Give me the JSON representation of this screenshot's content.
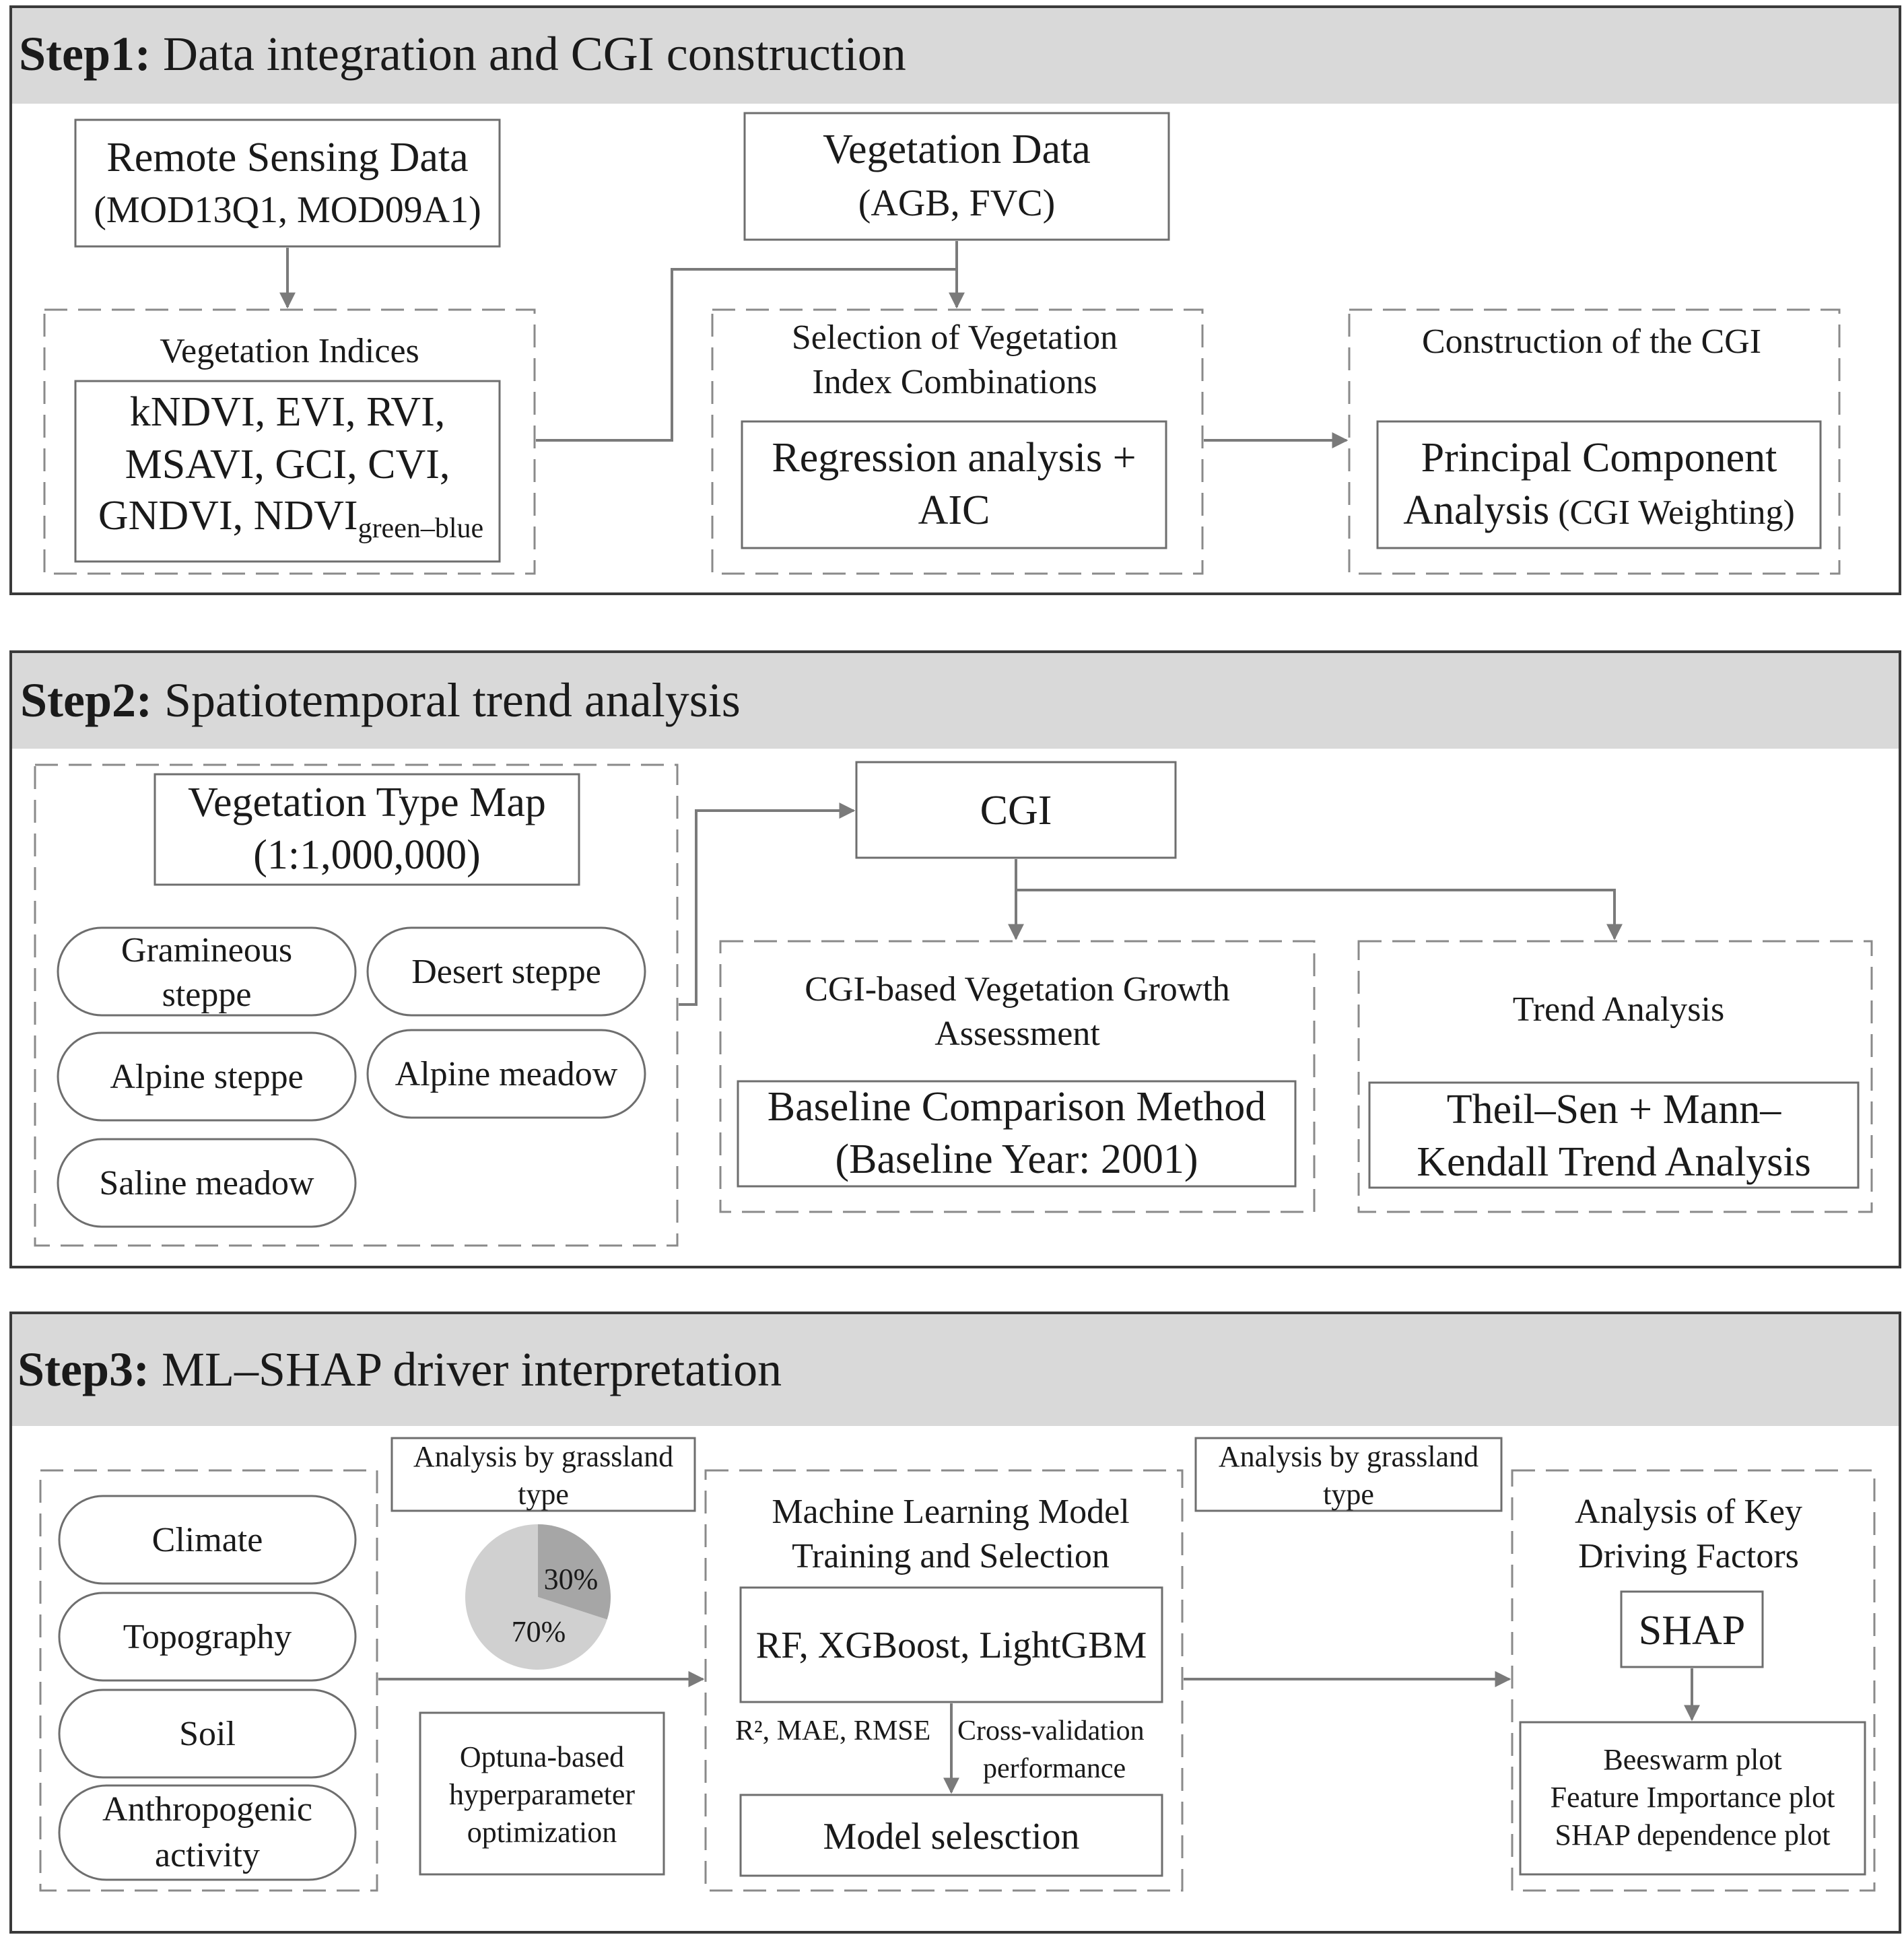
{
  "step1": {
    "title_bold": "Step1:",
    "title": " Data integration and CGI construction",
    "remote_sensing": {
      "title": "Remote Sensing Data",
      "sub": "(MOD13Q1, MOD09A1)"
    },
    "vegetation_data": {
      "title": "Vegetation Data",
      "sub": "(AGB, FVC)"
    },
    "indices": {
      "label": "Vegetation Indices",
      "line1": "kNDVI, EVI, RVI,",
      "line2": "MSAVI, GCI, CVI,",
      "line3": "GNDVI, NDVI",
      "line3_sub": "green–blue"
    },
    "selection": {
      "label1": "Selection of Vegetation",
      "label2": "Index Combinations",
      "box1": "Regression analysis +",
      "box2": "AIC"
    },
    "construction": {
      "label": "Construction of the CGI",
      "box1": "Principal Component",
      "box2a": "Analysis",
      "box2b": " (CGI Weighting)"
    }
  },
  "step2": {
    "title_bold": "Step2:",
    "title": " Spatiotemporal trend analysis",
    "map": {
      "title": "Vegetation Type Map",
      "sub": "(1:1,000,000)"
    },
    "types": {
      "gramineous_1": "Gramineous",
      "gramineous_2": "steppe",
      "desert": "Desert steppe",
      "alpine_steppe": "Alpine steppe",
      "alpine_meadow": "Alpine meadow",
      "saline": "Saline meadow"
    },
    "cgi": "CGI",
    "growth": {
      "label1": "CGI-based Vegetation Growth",
      "label2": "Assessment",
      "box1": "Baseline Comparison Method",
      "box2": "(Baseline Year: 2001)"
    },
    "trend": {
      "label": "Trend Analysis",
      "box1": "Theil–Sen + Mann–",
      "box2": "Kendall Trend Analysis"
    }
  },
  "step3": {
    "title_bold": "Step3:",
    "title": " ML–SHAP driver interpretation",
    "factors": {
      "climate": "Climate",
      "topography": "Topography",
      "soil": "Soil",
      "anthro_1": "Anthropogenic",
      "anthro_2": "activity"
    },
    "grassland_label_1": "Analysis by grassland",
    "grassland_label_2": "type",
    "split": {
      "train_pct": 70,
      "test_pct": 30,
      "train_label": "70%",
      "test_label": "30%"
    },
    "optuna": {
      "line1": "Optuna-based",
      "line2": "hyperparameter",
      "line3": "optimization"
    },
    "ml": {
      "label1": "Machine Learning Model",
      "label2": "Training and Selection",
      "models": "RF, XGBoost, LightGBM",
      "metrics_left": "R², MAE, RMSE",
      "metrics_right_1": "Cross-validation",
      "metrics_right_2": "performance",
      "selection": "Model selesction"
    },
    "grassland2_label_1": "Analysis by grassland",
    "grassland2_label_2": "type",
    "key": {
      "label1": "Analysis of Key",
      "label2": "Driving Factors",
      "shap": "SHAP",
      "plot1": "Beeswarm plot",
      "plot2": "Feature Importance plot",
      "plot3": "SHAP dependence plot"
    }
  },
  "colors": {
    "header": "#d9d9d9",
    "pie_large": "#d0d0d0",
    "pie_small": "#a6a6a6",
    "arrow": "#7a7a7a"
  }
}
